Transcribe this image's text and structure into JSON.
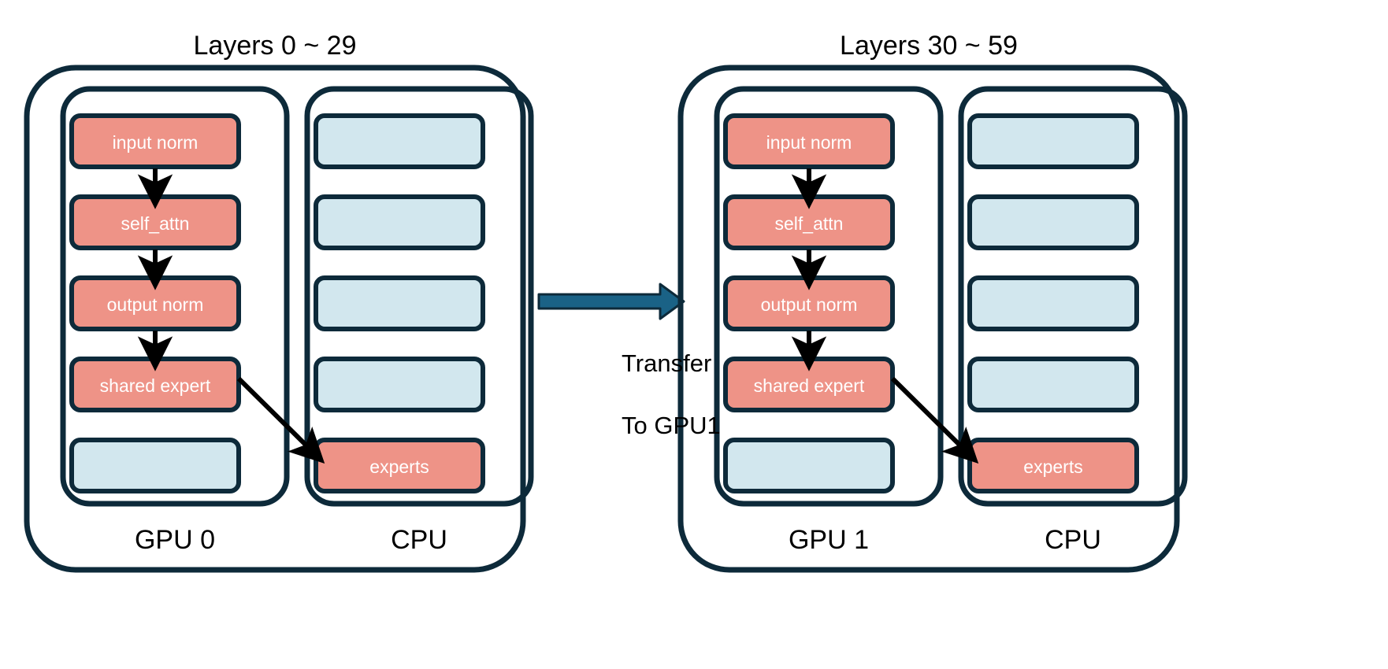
{
  "diagram": {
    "title_note": "MoE layer placement across two GPUs with CPU-offloaded experts",
    "colors": {
      "stroke": "#0d2a3a",
      "active_block": "#ee9387",
      "inactive_block": "#d2e7ee",
      "transfer_arrow": "#1a6286",
      "flow_arrow": "#000000",
      "background": "#ffffff",
      "box_text": "#ffffff",
      "label_text": "#000000"
    },
    "panels": [
      {
        "id": "panel-left",
        "title": "Layers 0 ~ 29",
        "columns": [
          {
            "id": "gpu-column-0",
            "device_label": "GPU 0",
            "blocks": [
              {
                "label": "input norm",
                "state": "active"
              },
              {
                "label": "self_attn",
                "state": "active"
              },
              {
                "label": "output norm",
                "state": "active"
              },
              {
                "label": "shared expert",
                "state": "active"
              },
              {
                "label": "",
                "state": "inactive"
              }
            ]
          },
          {
            "id": "cpu-column-0",
            "device_label": "CPU",
            "blocks": [
              {
                "label": "",
                "state": "inactive"
              },
              {
                "label": "",
                "state": "inactive"
              },
              {
                "label": "",
                "state": "inactive"
              },
              {
                "label": "",
                "state": "inactive"
              },
              {
                "label": "experts",
                "state": "active"
              }
            ]
          }
        ]
      },
      {
        "id": "panel-right",
        "title": "Layers 30 ~ 59",
        "columns": [
          {
            "id": "gpu-column-1",
            "device_label": "GPU 1",
            "blocks": [
              {
                "label": "input norm",
                "state": "active"
              },
              {
                "label": "self_attn",
                "state": "active"
              },
              {
                "label": "output norm",
                "state": "active"
              },
              {
                "label": "shared expert",
                "state": "active"
              },
              {
                "label": "",
                "state": "inactive"
              }
            ]
          },
          {
            "id": "cpu-column-1",
            "device_label": "CPU",
            "blocks": [
              {
                "label": "",
                "state": "inactive"
              },
              {
                "label": "",
                "state": "inactive"
              },
              {
                "label": "",
                "state": "inactive"
              },
              {
                "label": "",
                "state": "inactive"
              },
              {
                "label": "experts",
                "state": "active"
              }
            ]
          }
        ]
      }
    ],
    "transfer": {
      "label": "Transfer\nTo GPU1",
      "line1": "Transfer",
      "line2": "To GPU1",
      "direction": "left-to-right"
    }
  }
}
